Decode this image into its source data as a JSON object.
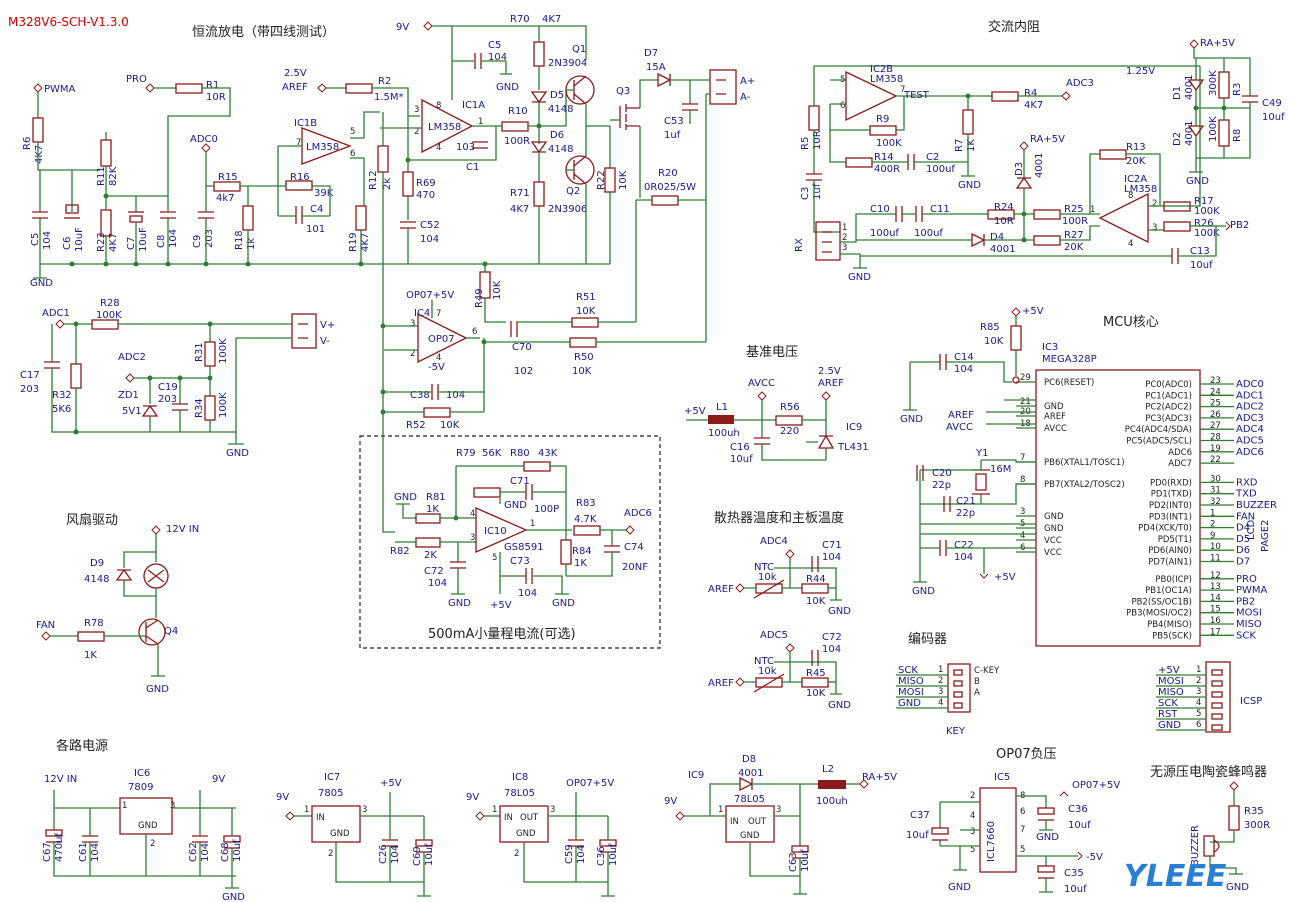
{
  "header": {
    "title": "M328V6-SCH-V1.3.0"
  },
  "sections": {
    "discharge": "恒流放电（带四线测试）",
    "ac_ir": "交流内阻",
    "ref": "基准电压",
    "temp": "散热器温度和主板温度",
    "fan": "风扇驱动",
    "encoder": "编码器",
    "mcu": "MCU核心",
    "power": "各路电源",
    "neg": "OP07负压",
    "buzzer": "无源压电陶瓷蜂鸣器",
    "small_range": "500mA小量程电流(可选)"
  },
  "labels": {
    "pwma": "PWMA",
    "pro": "PRO",
    "adc0": "ADC0",
    "adc1": "ADC1",
    "adc2": "ADC2",
    "adc3": "ADC3",
    "adc4": "ADC4",
    "adc5": "ADC5",
    "adc6": "ADC6",
    "aref": "AREF",
    "avcc": "AVCC",
    "v25a": "2.5V",
    "v25b": "2.5V",
    "v9": "9V",
    "gnd": "GND",
    "op07p5": "OP07+5V",
    "m5v": "-5V",
    "p5v": "+5V",
    "ra5": "RA+5V",
    "v125": "1.25V",
    "test": "TEST",
    "pb2": "PB2",
    "rx": "RX",
    "fan": "FAN",
    "v12in": "12V IN",
    "ap": "A+",
    "am": "A-",
    "vp": "V+",
    "vm": "V-",
    "key": "KEY",
    "icsp": "ICSP",
    "lcd": "LCD",
    "page2": "PAGE2"
  },
  "parts": {
    "r1": "R1",
    "r1v": "10R",
    "r2": "R2",
    "r2v": "1.5M*",
    "r6": "R6",
    "r6v": "4K7",
    "r11": "R11",
    "r11v": "82K",
    "r15": "R15",
    "r15v": "4k7",
    "r16": "R16",
    "r16v": "39K",
    "r18": "R18",
    "r18v": "1k",
    "r19": "R19",
    "r19v": "4K7",
    "r12": "R12",
    "r12v": "2k",
    "r69": "R69",
    "r69v": "470",
    "r70": "R70",
    "r70v": "4K7",
    "r10": "R10",
    "r10v": "100R",
    "r71": "R71",
    "r71v": "4K7",
    "r22": "R22",
    "r22v": "10K",
    "r20": "R20",
    "r20v": "0R025/5W",
    "r23": "R23",
    "r23v": "4K7",
    "ic1a": "IC1A",
    "ic1b": "IC1B",
    "lm358": "LM358",
    "q1": "Q1",
    "q1v": "2N3904",
    "q2": "Q2",
    "q2v": "2N3906",
    "q3": "Q3",
    "d5": "D5",
    "d5v": "4148",
    "d6": "D6",
    "d6v": "4148",
    "d7": "D7",
    "d7v": "15A",
    "c5": "C5",
    "c5v": "104",
    "c6": "C6",
    "c6v": "10uF",
    "c7": "C7",
    "c7v": "10uF",
    "c8": "C8",
    "c8v": "104",
    "c9": "C9",
    "c9v": "203",
    "c4": "C4",
    "c4v": "101",
    "c1": "C1",
    "c1v": "103",
    "c52": "C52",
    "c52v": "104",
    "c53": "C53",
    "c53v": "1uf",
    "c5b": "C5",
    "c5bv": "104",
    "r28": "R28",
    "r28v": "100K",
    "r32": "R32",
    "r32v": "5K6",
    "r31": "R31",
    "r31v": "100K",
    "r34": "R34",
    "r34v": "100K",
    "c17": "C17",
    "c17v": "203",
    "c19": "C19",
    "c19v": "203",
    "zd1": "ZD1",
    "zd1v": "5V1",
    "ic4": "IC4",
    "op07": "OP07",
    "r49": "R49",
    "r49v": "10K",
    "r51": "R51",
    "r51v": "10K",
    "r50": "R50",
    "r50v": "10K",
    "r52": "R52",
    "r52v": "10K",
    "c70": "C70",
    "c70v": "102",
    "c38": "C38",
    "c38v": "104",
    "r79": "R79",
    "r79v": "56K",
    "r80": "R80",
    "r80v": "43K",
    "r81": "R81",
    "r81v": "1K",
    "r82": "R82",
    "r82v": "2K",
    "r83": "R83",
    "r83v": "4.7K",
    "r84": "R84",
    "r84v": "1K",
    "ic10": "IC10",
    "gs8591": "GS8591",
    "c71": "C71",
    "c71v": "100P",
    "c72": "C72",
    "c72v": "104",
    "c73": "C73",
    "c73v": "104",
    "c74": "C74",
    "c74v": "20NF",
    "ic2b": "IC2B",
    "ic2a": "IC2A",
    "r4": "R4",
    "r4v": "4K7",
    "r5": "R5",
    "r5v": "10R",
    "r9": "R9",
    "r9v": "100K",
    "r14": "R14",
    "r14v": "400R",
    "c2": "C2",
    "c2v": "100uf",
    "r7": "R7",
    "r7v": "1K",
    "c3": "C3",
    "c3v": "1uf",
    "c10": "C10",
    "c10v": "100uf",
    "c11": "C11",
    "c11v": "100uf",
    "r24": "R24",
    "r24v": "10R",
    "r25": "R25",
    "r25v": "100R",
    "r27": "R27",
    "r27v": "20K",
    "r13": "R13",
    "r13v": "20K",
    "r17": "R17",
    "r17v": "100K",
    "r26": "R26",
    "r26v": "100K",
    "c13": "C13",
    "c13v": "10uf",
    "d3": "D3",
    "d3v": "4001",
    "d4": "D4",
    "d4v": "4001",
    "d1": "D1",
    "d1v": "4001",
    "d2": "D2",
    "d2v": "4001",
    "r3": "R3",
    "r3v": "300K",
    "r8": "R8",
    "r8v": "100K",
    "c49": "C49",
    "c49v": "10uf",
    "l1": "L1",
    "l1v": "100uh",
    "r56": "R56",
    "r56v": "220",
    "c16": "C16",
    "c16v": "10uf",
    "ic9": "IC9",
    "tl431": "TL431",
    "ntc": "NTC",
    "ntcv": "10k",
    "r44": "R44",
    "r44v": "10K",
    "r45": "R45",
    "r45v": "10K",
    "c71b": "C71",
    "c71bv": "104",
    "c72b": "C72",
    "c72bv": "104",
    "d9": "D9",
    "d9v": "4148",
    "q4": "Q4",
    "r78": "R78",
    "r78v": "1K",
    "ic3": "IC3",
    "mega": "MEGA328P",
    "r85": "R85",
    "r85v": "10K",
    "c14": "C14",
    "c14v": "104",
    "y1": "Y1",
    "y1v": "16M",
    "c20": "C20",
    "c20v": "22p",
    "c21": "C21",
    "c21v": "22p",
    "c22": "C22",
    "c22v": "104",
    "ic6": "IC6",
    "ic6v": "7809",
    "ic7": "IC7",
    "ic7v": "7805",
    "ic8": "IC8",
    "ic8v": "78L05",
    "ic9b": "IC9",
    "ic9bv": "78L05",
    "c67": "C67",
    "c67v": "470uf",
    "c61": "C61",
    "c61v": "104",
    "c62": "C62",
    "c62v": "104",
    "c68": "C68",
    "c68v": "10uf",
    "c26": "C26",
    "c26v": "104",
    "c69": "C69",
    "c69v": "10uf",
    "c59": "C59",
    "c59v": "104",
    "c36": "C36",
    "c36v": "10uf",
    "c63": "C63",
    "c63v": "10uf",
    "d8": "D8",
    "d8v": "4001",
    "l2": "L2",
    "l2v": "100uh",
    "ic5": "IC5",
    "icl7660": "ICL7660",
    "c37": "C37",
    "c37v": "10uf",
    "c36b": "C36",
    "c36bv": "10uf",
    "c35": "C35",
    "c35v": "10uf",
    "r35": "R35",
    "r35v": "300R",
    "buzzer": "BUZZER",
    "in": "IN",
    "out": "OUT",
    "gndpin": "GND"
  },
  "mcu_left_pins": [
    {
      "num": "29",
      "name": "PC6(RESET)"
    },
    {
      "num": "21",
      "name": "GND"
    },
    {
      "num": "20",
      "name": "AREF"
    },
    {
      "num": "18",
      "name": "AVCC"
    },
    {
      "num": "7",
      "name": "PB6(XTAL1/TOSC1)"
    },
    {
      "num": "8",
      "name": "PB7(XTAL2/TOSC2)"
    },
    {
      "num": "3",
      "name": "GND"
    },
    {
      "num": "5",
      "name": "GND"
    },
    {
      "num": "4",
      "name": "VCC"
    },
    {
      "num": "6",
      "name": "VCC"
    }
  ],
  "mcu_right_pins": [
    {
      "num": "23",
      "name": "PC0(ADC0)",
      "net": "ADC0"
    },
    {
      "num": "24",
      "name": "PC1(ADC1)",
      "net": "ADC1"
    },
    {
      "num": "25",
      "name": "PC2(ADC2)",
      "net": "ADC2"
    },
    {
      "num": "26",
      "name": "PC3(ADC3)",
      "net": "ADC3"
    },
    {
      "num": "27",
      "name": "PC4(ADC4/SDA)",
      "net": "ADC4"
    },
    {
      "num": "28",
      "name": "PC5(ADC5/SCL)",
      "net": "ADC5"
    },
    {
      "num": "19",
      "name": "ADC6",
      "net": "ADC6"
    },
    {
      "num": "22",
      "name": "ADC7",
      "net": ""
    },
    {
      "num": "30",
      "name": "PD0(RXD)",
      "net": "RXD"
    },
    {
      "num": "31",
      "name": "PD1(TXD)",
      "net": "TXD"
    },
    {
      "num": "32",
      "name": "PD2(INT0)",
      "net": "BUZZER"
    },
    {
      "num": "1",
      "name": "PD3(INT1)",
      "net": "FAN"
    },
    {
      "num": "2",
      "name": "PD4(XCK/T0)",
      "net": "D4"
    },
    {
      "num": "9",
      "name": "PD5(T1)",
      "net": "D5"
    },
    {
      "num": "10",
      "name": "PD6(AIN0)",
      "net": "D6"
    },
    {
      "num": "11",
      "name": "PD7(AIN1)",
      "net": "D7"
    },
    {
      "num": "12",
      "name": "PB0(ICP)",
      "net": "PRO"
    },
    {
      "num": "13",
      "name": "PB1(OC1A)",
      "net": "PWMA"
    },
    {
      "num": "14",
      "name": "PB2(SS/OC1B)",
      "net": "PB2"
    },
    {
      "num": "15",
      "name": "PB3(MOSI/OC2)",
      "net": "MOSI"
    },
    {
      "num": "16",
      "name": "PB4(MISO)",
      "net": "MISO"
    },
    {
      "num": "17",
      "name": "PB5(SCK)",
      "net": "SCK"
    }
  ],
  "key_connector": {
    "pins": [
      {
        "net": "SCK",
        "num": "1",
        "func": "C-KEY"
      },
      {
        "net": "MISO",
        "num": "2",
        "func": "B"
      },
      {
        "net": "MOSI",
        "num": "3",
        "func": "A"
      },
      {
        "net": "GND",
        "num": "4",
        "func": ""
      }
    ]
  },
  "icsp_connector": {
    "pins": [
      {
        "net": "+5V",
        "num": "1"
      },
      {
        "net": "MOSI",
        "num": "2"
      },
      {
        "net": "MISO",
        "num": "3"
      },
      {
        "net": "SCK",
        "num": "4"
      },
      {
        "net": "RST",
        "num": "5"
      },
      {
        "net": "GND",
        "num": "6"
      }
    ]
  },
  "logo": "YLEEE",
  "colors": {
    "wire": "#2e7d32",
    "component": "#8b1a1a",
    "text": "#1a1a8c",
    "title": "#d40000",
    "logo": "#2a7fd4"
  }
}
